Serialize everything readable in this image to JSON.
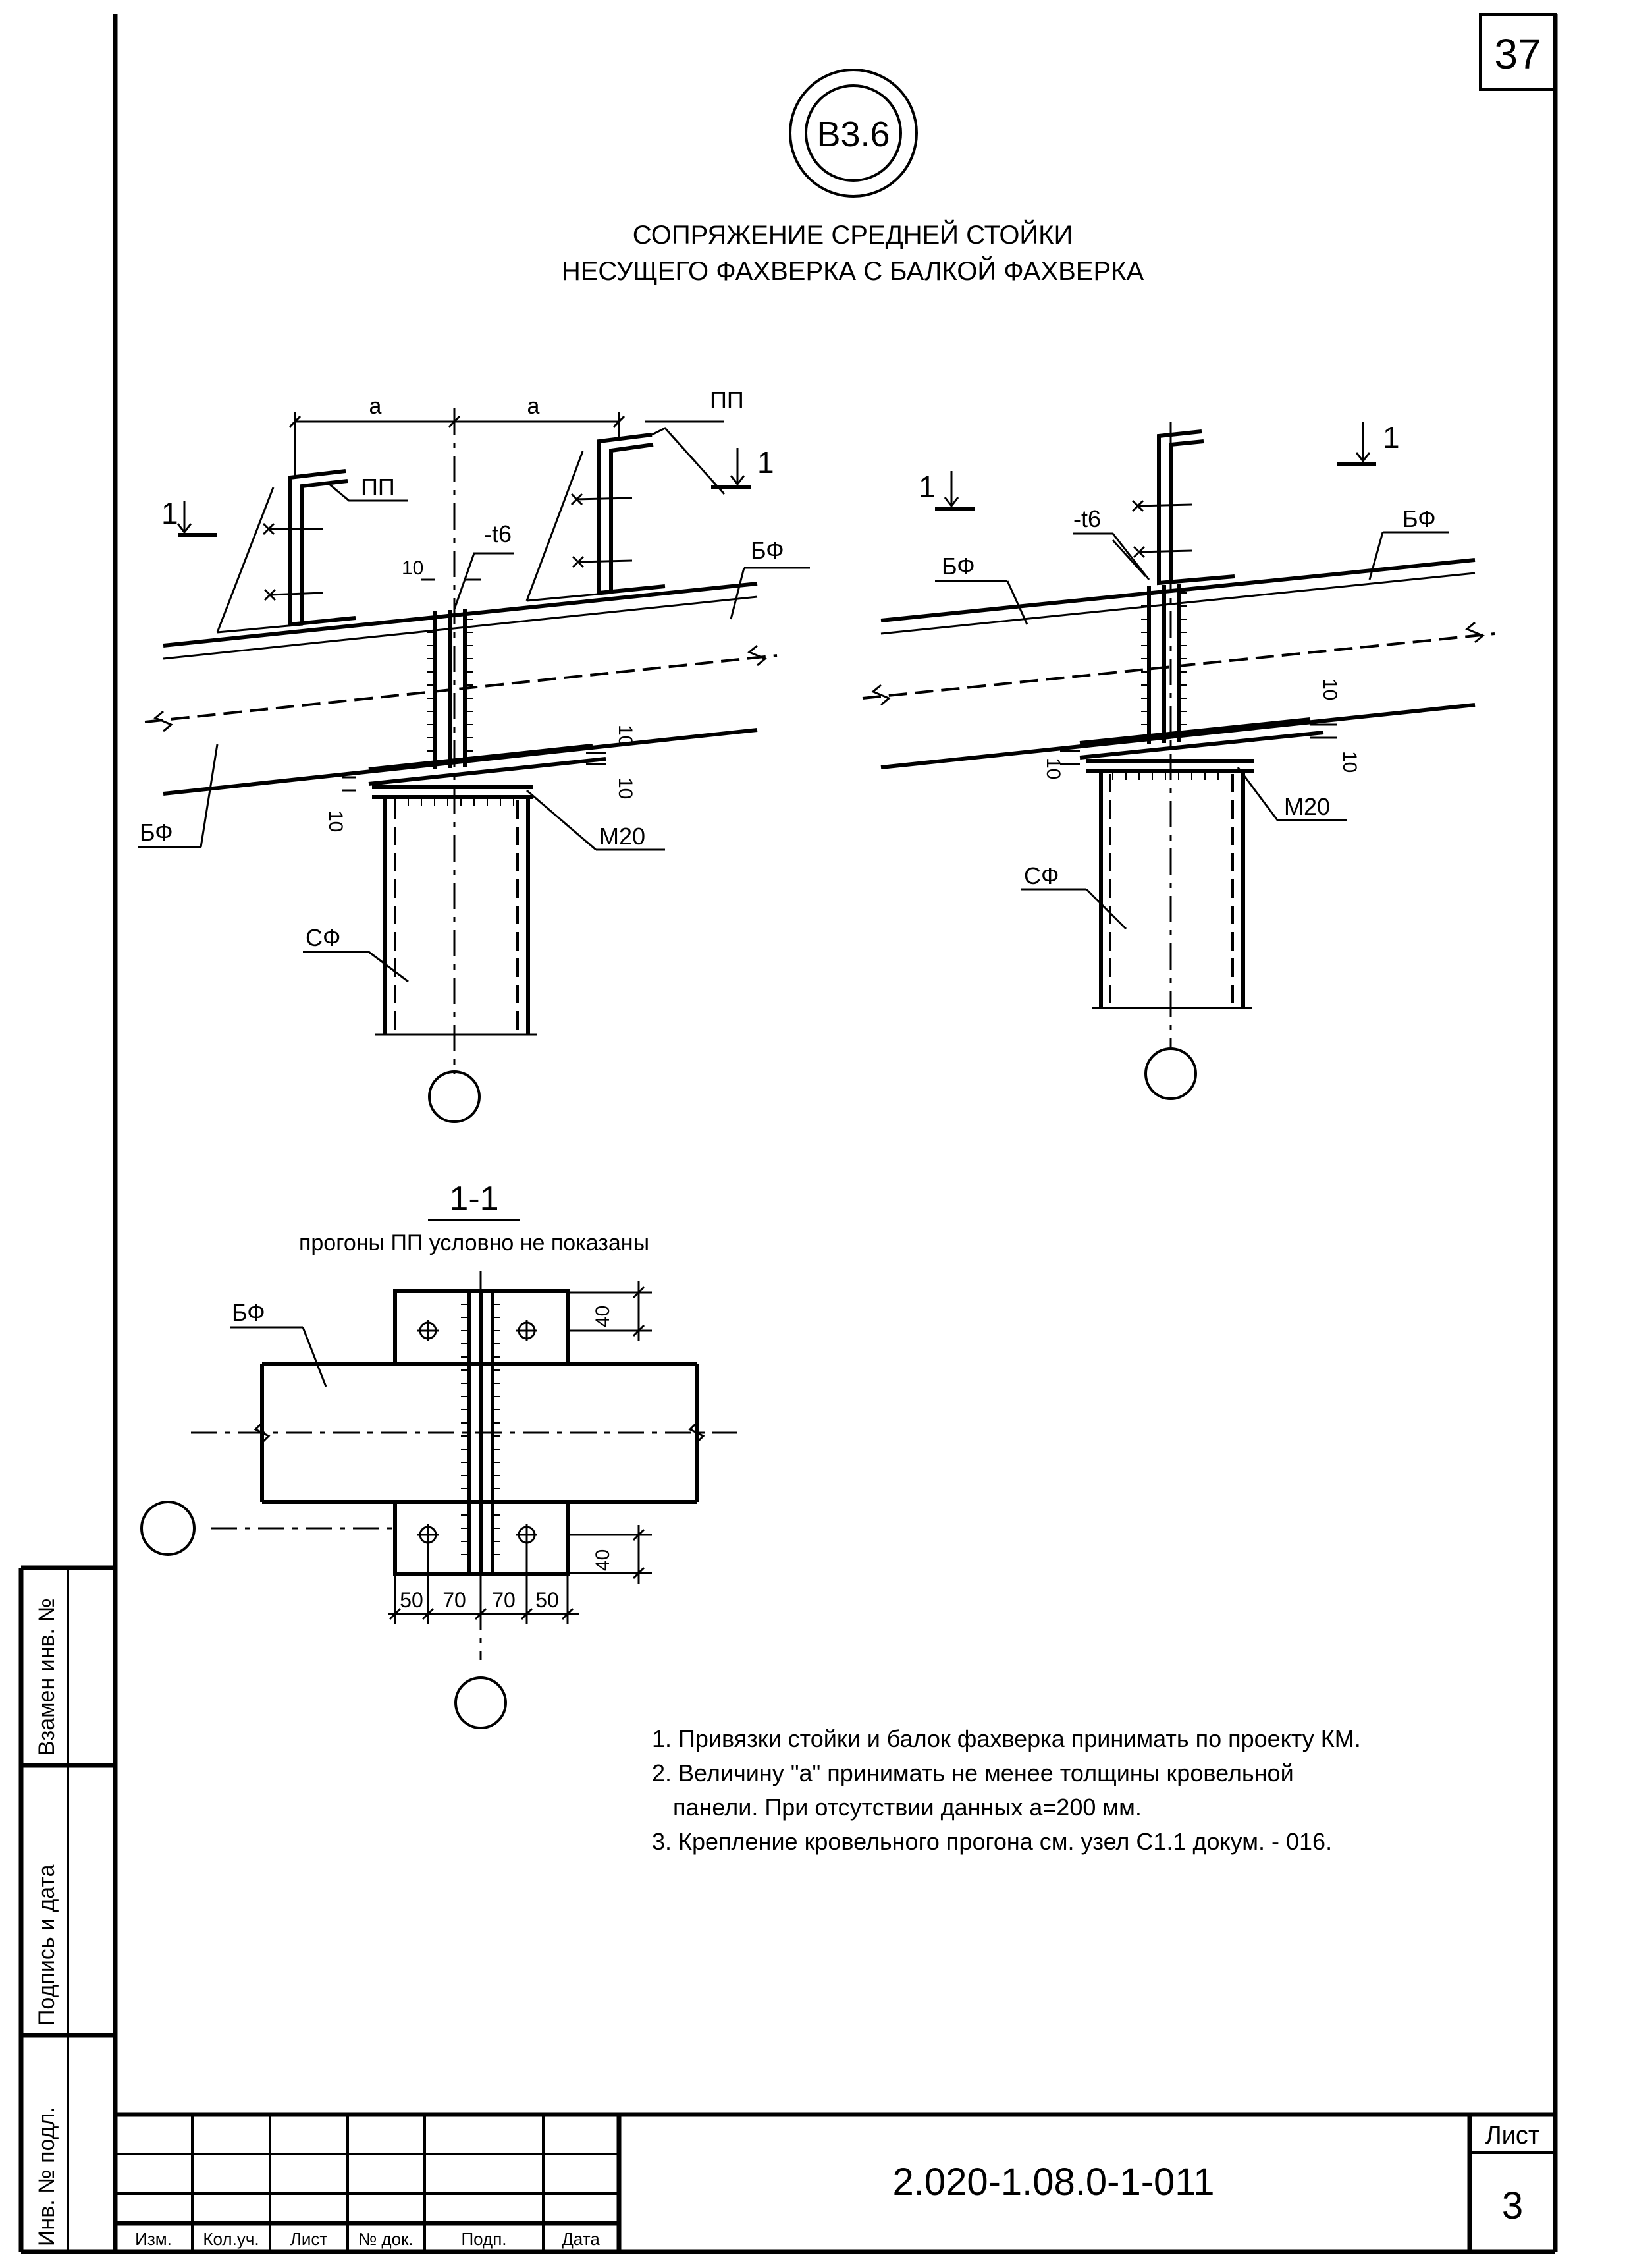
{
  "sheet_corner_number": "37",
  "node_marker": "В3.6",
  "title": {
    "line1": "СОПРЯЖЕНИЕ СРЕДНЕЙ СТОЙКИ",
    "line2": "НЕСУЩЕГО ФАХВЕРКА С БАЛКОЙ ФАХВЕРКА"
  },
  "left_view": {
    "dim_a_left": "а",
    "dim_a_right": "а",
    "purlin_left": "ПП",
    "purlin_right": "ПП",
    "section_mark_left": "1",
    "section_mark_right": "1",
    "plate": "-t6",
    "dim_10_top": "10",
    "beam_right": "БФ",
    "beam_left": "БФ",
    "dim_10_flange": "10",
    "dim_10_plate": "10",
    "dim_10_left": "10",
    "bolt": "М20",
    "column": "СФ"
  },
  "right_view": {
    "section_mark_left": "1",
    "section_mark_right": "1",
    "plate": "-t6",
    "beam_right": "БФ",
    "beam_left": "БФ",
    "dim_10_right": "10",
    "dim_10_right2": "10",
    "dim_10_left": "10",
    "bolt": "М20",
    "column": "СФ"
  },
  "section": {
    "title": "1-1",
    "subtitle": "прогоны ПП  условно не показаны",
    "beam": "БФ",
    "dim_top": "40",
    "dim_bottom": "40",
    "dims_bottom": [
      "50",
      "70",
      "70",
      "50"
    ]
  },
  "notes": [
    "1. Привязки стойки и балок фахверка принимать по проекту КМ.",
    "2. Величину \"а\" принимать не менее толщины кровельной",
    "панели. При отсутствии данных  а=200 мм.",
    "3. Крепление кровельного прогона см. узел С1.1 докум. - 016."
  ],
  "side_stamp": [
    "Взамен инв. №",
    "Подпись и дата",
    "Инв. № подл."
  ],
  "title_block": {
    "columns": [
      "Изм.",
      "Кол.уч.",
      "Лист",
      "№ док.",
      "Подп.",
      "Дата"
    ],
    "document_code": "2.020-1.08.0-1-011",
    "sheet_label": "Лист",
    "sheet_number": "3"
  }
}
